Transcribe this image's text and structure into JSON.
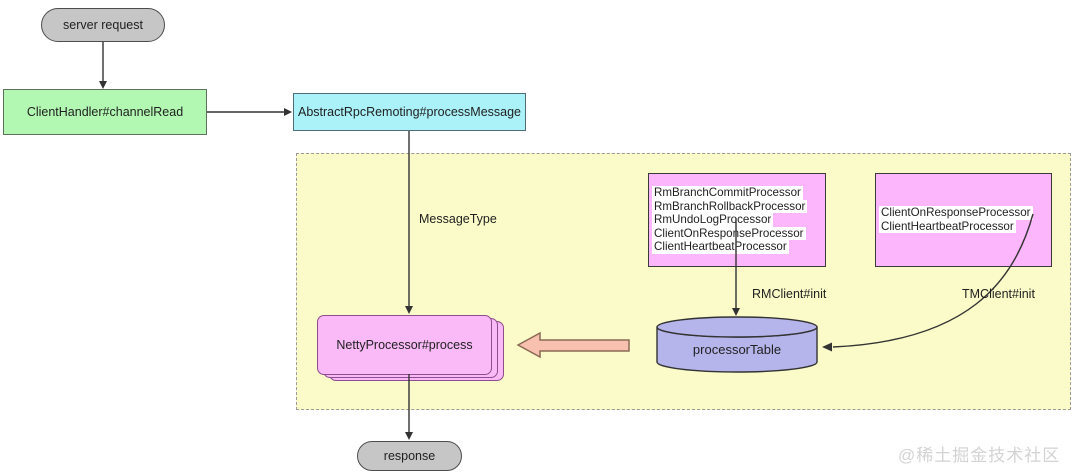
{
  "nodes": {
    "server_request": "server request",
    "client_handler": "ClientHandler#channelRead",
    "abstract_rpc_remoting": "AbstractRpcRemoting#processMessage",
    "netty_processor": "NettyProcessor#process",
    "processor_table": "processorTable",
    "response": "response"
  },
  "labels": {
    "message_type": "MessageType",
    "rm_client_init": "RMClient#init",
    "tm_client_init": "TMClient#init"
  },
  "rm_processor_box": {
    "items": [
      "RmBranchCommitProcessor",
      "RmBranchRollbackProcessor",
      "RmUndoLogProcessor",
      "ClientOnResponseProcessor",
      "ClientHeartbeatProcessor"
    ]
  },
  "tm_processor_box": {
    "items": [
      "ClientOnResponseProcessor",
      "ClientHeartbeatProcessor"
    ]
  },
  "watermark": "@稀土掘金技术社区",
  "colors": {
    "start_end_node_fill": "#c6c6c6",
    "client_handler_fill": "#b2f8b2",
    "abstract_rpc_fill": "#abf1f8",
    "processing_region_fill": "#fbfbca",
    "processor_list_fill": "#fcb6fc",
    "netty_processor_fill": "#f9baf7",
    "processor_table_fill": "#b5b5eb",
    "block_arrow_fill": "#f8c0ae",
    "connector_stroke": "#333333"
  }
}
